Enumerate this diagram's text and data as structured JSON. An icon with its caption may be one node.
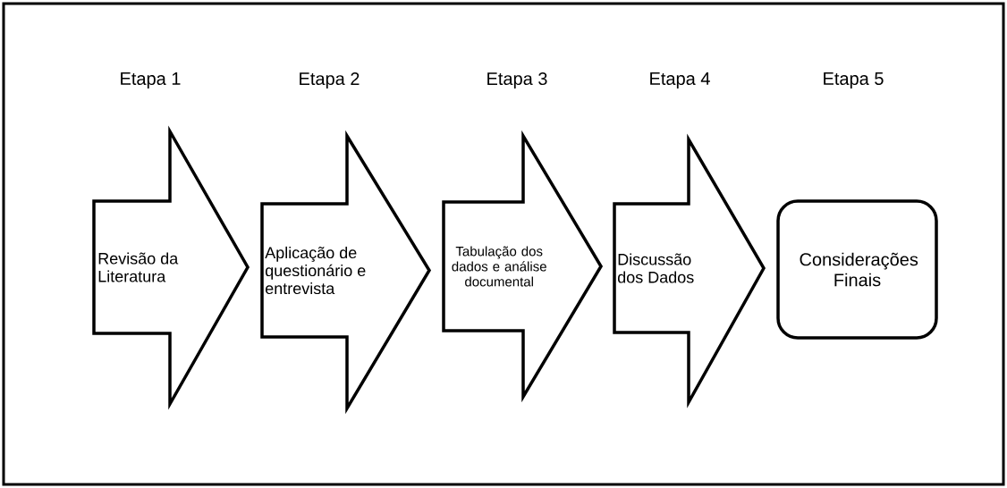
{
  "diagram": {
    "nodes": [
      {
        "text": [
          "Revisão da Literatura"
        ]
      },
      {
        "text": [
          "Aplicação de questionário e entrevista"
        ]
      },
      {
        "text": [
          "Tabulação dos dados e análise documental"
        ]
      },
      {
        "text": [
          "Discussão dos Dados"
        ]
      },
      {
        "text": [
          "Considerações Finais"
        ]
      }
    ],
    "labels": [
      "Etapa 1",
      "Etapa 2",
      "Etapa 3",
      "Etapa 4",
      "Etapa 5"
    ]
  }
}
